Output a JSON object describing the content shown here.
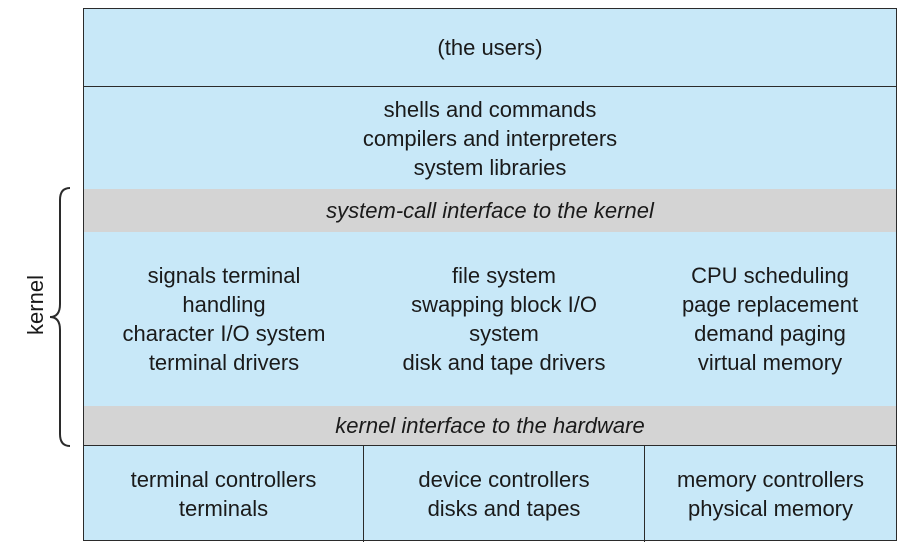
{
  "side_label": "kernel",
  "layers": {
    "users": [
      "(the users)"
    ],
    "shells": [
      "shells and commands",
      "compilers and interpreters",
      "system libraries"
    ],
    "syscall_interface": "system-call interface to the kernel",
    "kernel_columns": [
      [
        "signals terminal",
        "handling",
        "character I/O system",
        "terminal drivers"
      ],
      [
        "file system",
        "swapping block I/O",
        "system",
        "disk and tape drivers"
      ],
      [
        "CPU scheduling",
        "page replacement",
        "demand paging",
        "virtual memory"
      ]
    ],
    "hardware_interface": "kernel interface to the hardware",
    "controllers": [
      [
        "terminal controllers",
        "terminals"
      ],
      [
        "device controllers",
        "disks and tapes"
      ],
      [
        "memory controllers",
        "physical memory"
      ]
    ]
  },
  "colors": {
    "layer_fill": "#c8e8f8",
    "interface_fill": "#d4d4d4",
    "border": "#2b2b2b"
  }
}
